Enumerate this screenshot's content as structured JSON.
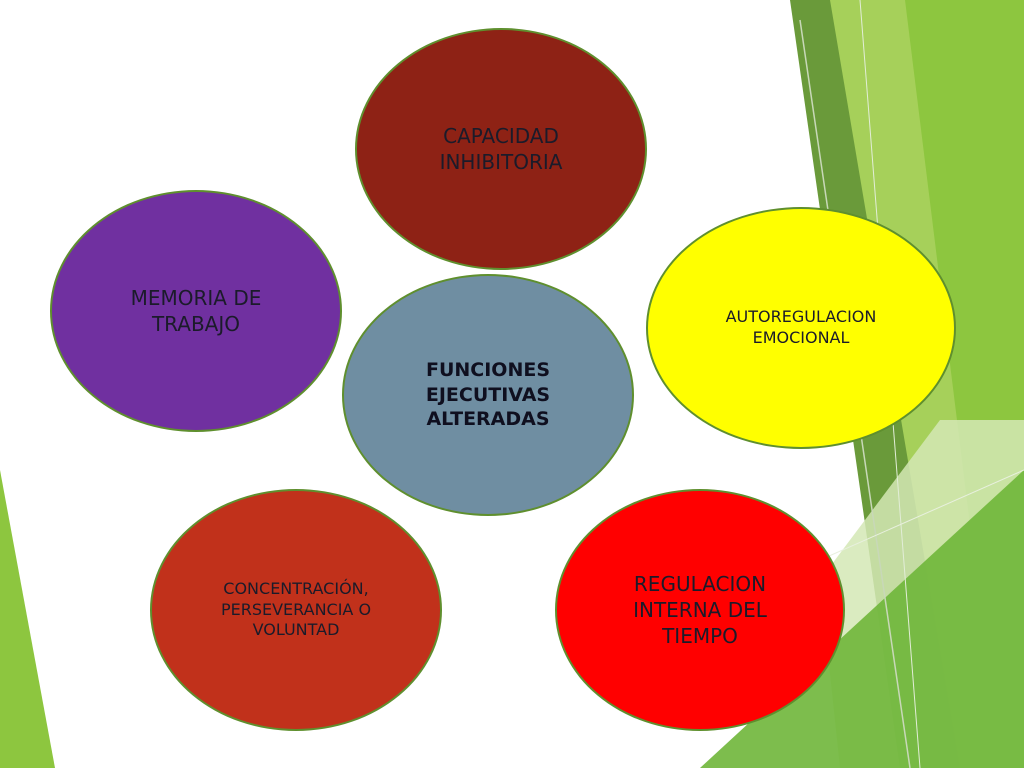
{
  "diagram": {
    "center": {
      "label": "FUNCIONES\nEJECUTIVAS\nALTERADAS",
      "color": "#6f8ea2"
    },
    "nodes": [
      {
        "id": "capacidad",
        "label": "CAPACIDAD\nINHIBITORIA",
        "color": "#8e2215"
      },
      {
        "id": "memoria",
        "label": "MEMORIA DE\nTRABAJO",
        "color": "#7030a0"
      },
      {
        "id": "autoreg",
        "label": "AUTOREGULACION\nEMOCIONAL",
        "color": "#ffff00"
      },
      {
        "id": "concentracion",
        "label": "CONCENTRACIÓN,\nPERSEVERANCIA O\nVOLUNTAD",
        "color": "#c1311b"
      },
      {
        "id": "regulacion",
        "label": "REGULACION\nINTERNA DEL\nTIEMPO",
        "color": "#ff0000"
      }
    ],
    "outline_color": "#5f8f2e"
  },
  "theme": {
    "accent_greens": [
      "#8dc63f",
      "#6a9a3a",
      "#a6d05a",
      "#d4e8b5"
    ]
  }
}
